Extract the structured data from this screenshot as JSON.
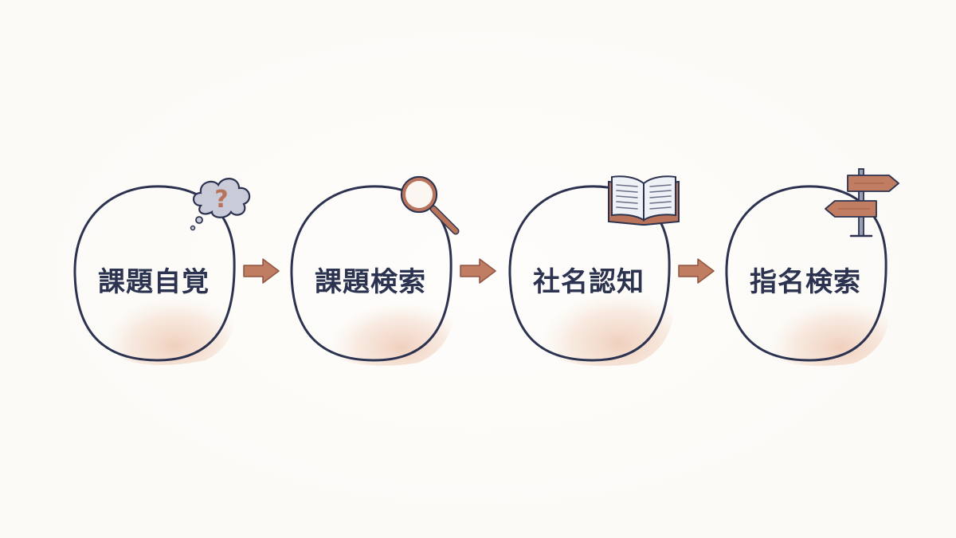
{
  "stages": [
    {
      "label": "課題自覚",
      "icon": "thought-cloud-question-icon"
    },
    {
      "label": "課題検索",
      "icon": "magnifying-glass-icon"
    },
    {
      "label": "社名認知",
      "icon": "open-book-icon"
    },
    {
      "label": "指名検索",
      "icon": "signpost-icon"
    }
  ],
  "icon_glyphs": {
    "question": "?"
  },
  "colors": {
    "outline": "#2c3350",
    "accent": "#b8735a",
    "accent_light": "#d49a7e",
    "wash": "#eecbb3",
    "cloud": "#c9cbd8",
    "text": "#2c3350"
  }
}
